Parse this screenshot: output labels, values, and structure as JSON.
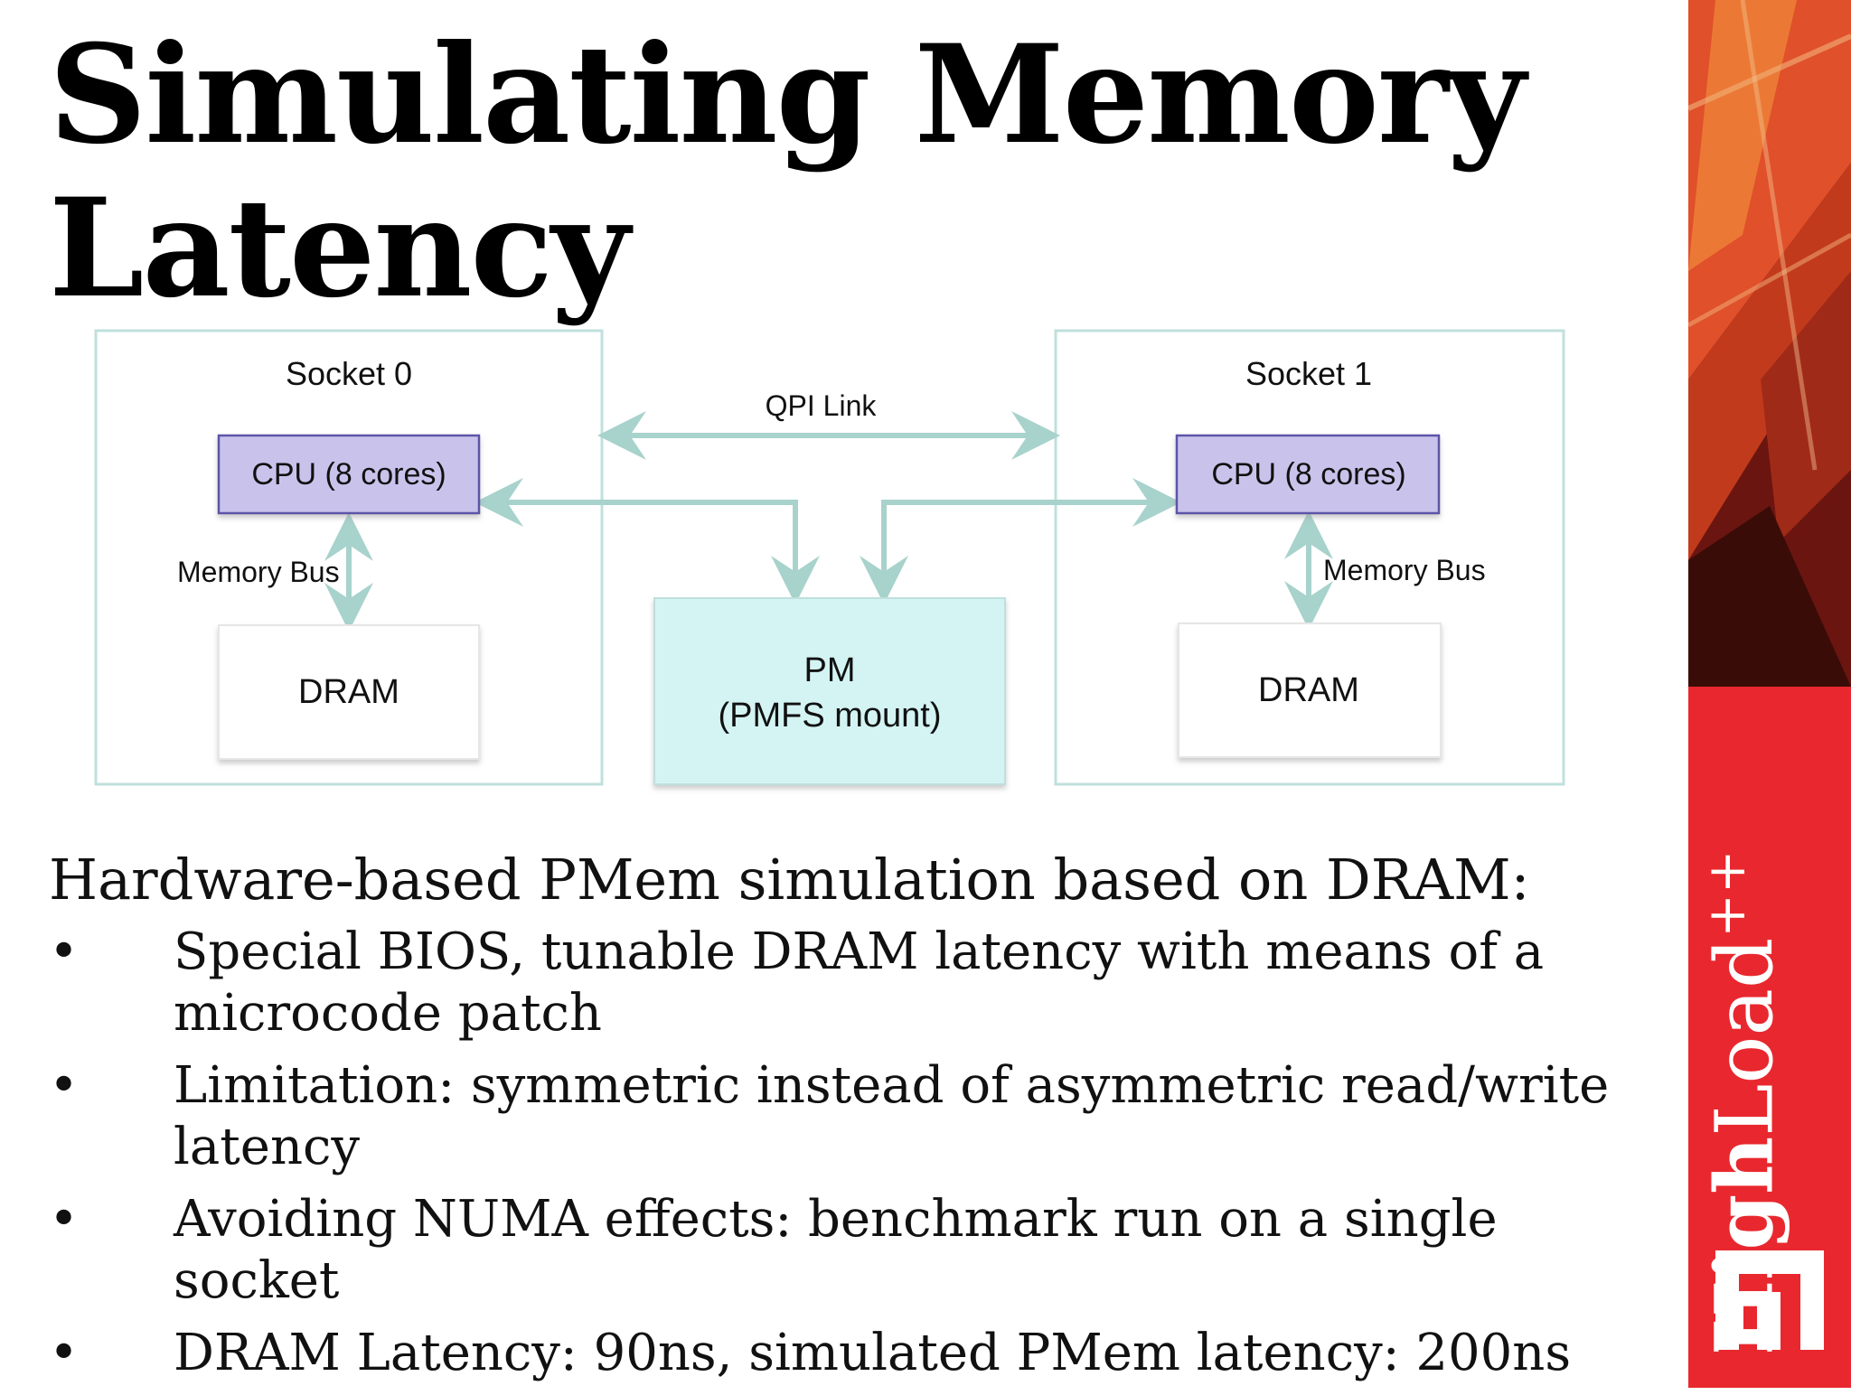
{
  "slide": {
    "title": "Simulating Memory Latency",
    "subheading": "Hardware-based PMem simulation based on DRAM:",
    "bullet_symbol": "•",
    "bullets": [
      "Special BIOS, tunable DRAM latency with means of a microcode patch",
      "Limitation: symmetric instead of asymmetric read/write latency",
      "Avoiding NUMA effects: benchmark run on a single socket",
      "DRAM Latency: 90ns, simulated PMem latency: 200ns"
    ]
  },
  "diagram": {
    "socket0": {
      "label": "Socket 0",
      "cpu": "CPU (8 cores)",
      "bus": "Memory Bus",
      "dram": "DRAM"
    },
    "socket1": {
      "label": "Socket 1",
      "cpu": "CPU (8 cores)",
      "bus": "Memory Bus",
      "dram": "DRAM"
    },
    "link": "QPI Link",
    "pm": {
      "line1": "PM",
      "line2": "(PMFS mount)"
    }
  },
  "branding": {
    "logo_bold": "High",
    "logo_regular": "Load",
    "logo_sup": "++",
    "colors": {
      "red": "#e8282e",
      "panel_dark": "#6b1510",
      "connector": "#a8d2cc",
      "cpu_fill": "#c9c3ec",
      "cpu_stroke": "#5b55a8",
      "pm_fill": "#d4f4f4"
    }
  }
}
